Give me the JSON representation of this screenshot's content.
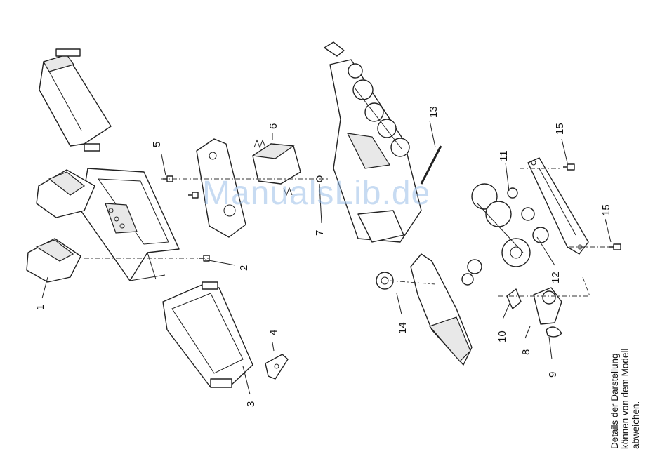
{
  "watermark": "ManualsLib.de",
  "note": {
    "line1": "Details der Darstellung",
    "line2": "können von dem Modell",
    "line3": "abweichen."
  },
  "callouts": {
    "c1": "1",
    "c2": "2",
    "c3": "3",
    "c4": "4",
    "c5": "5",
    "c6": "6",
    "c7": "7",
    "c8": "8",
    "c9": "9",
    "c10": "10",
    "c11": "11",
    "c12": "12",
    "c13": "13",
    "c14": "14",
    "c15a": "15",
    "c15b": "15"
  }
}
